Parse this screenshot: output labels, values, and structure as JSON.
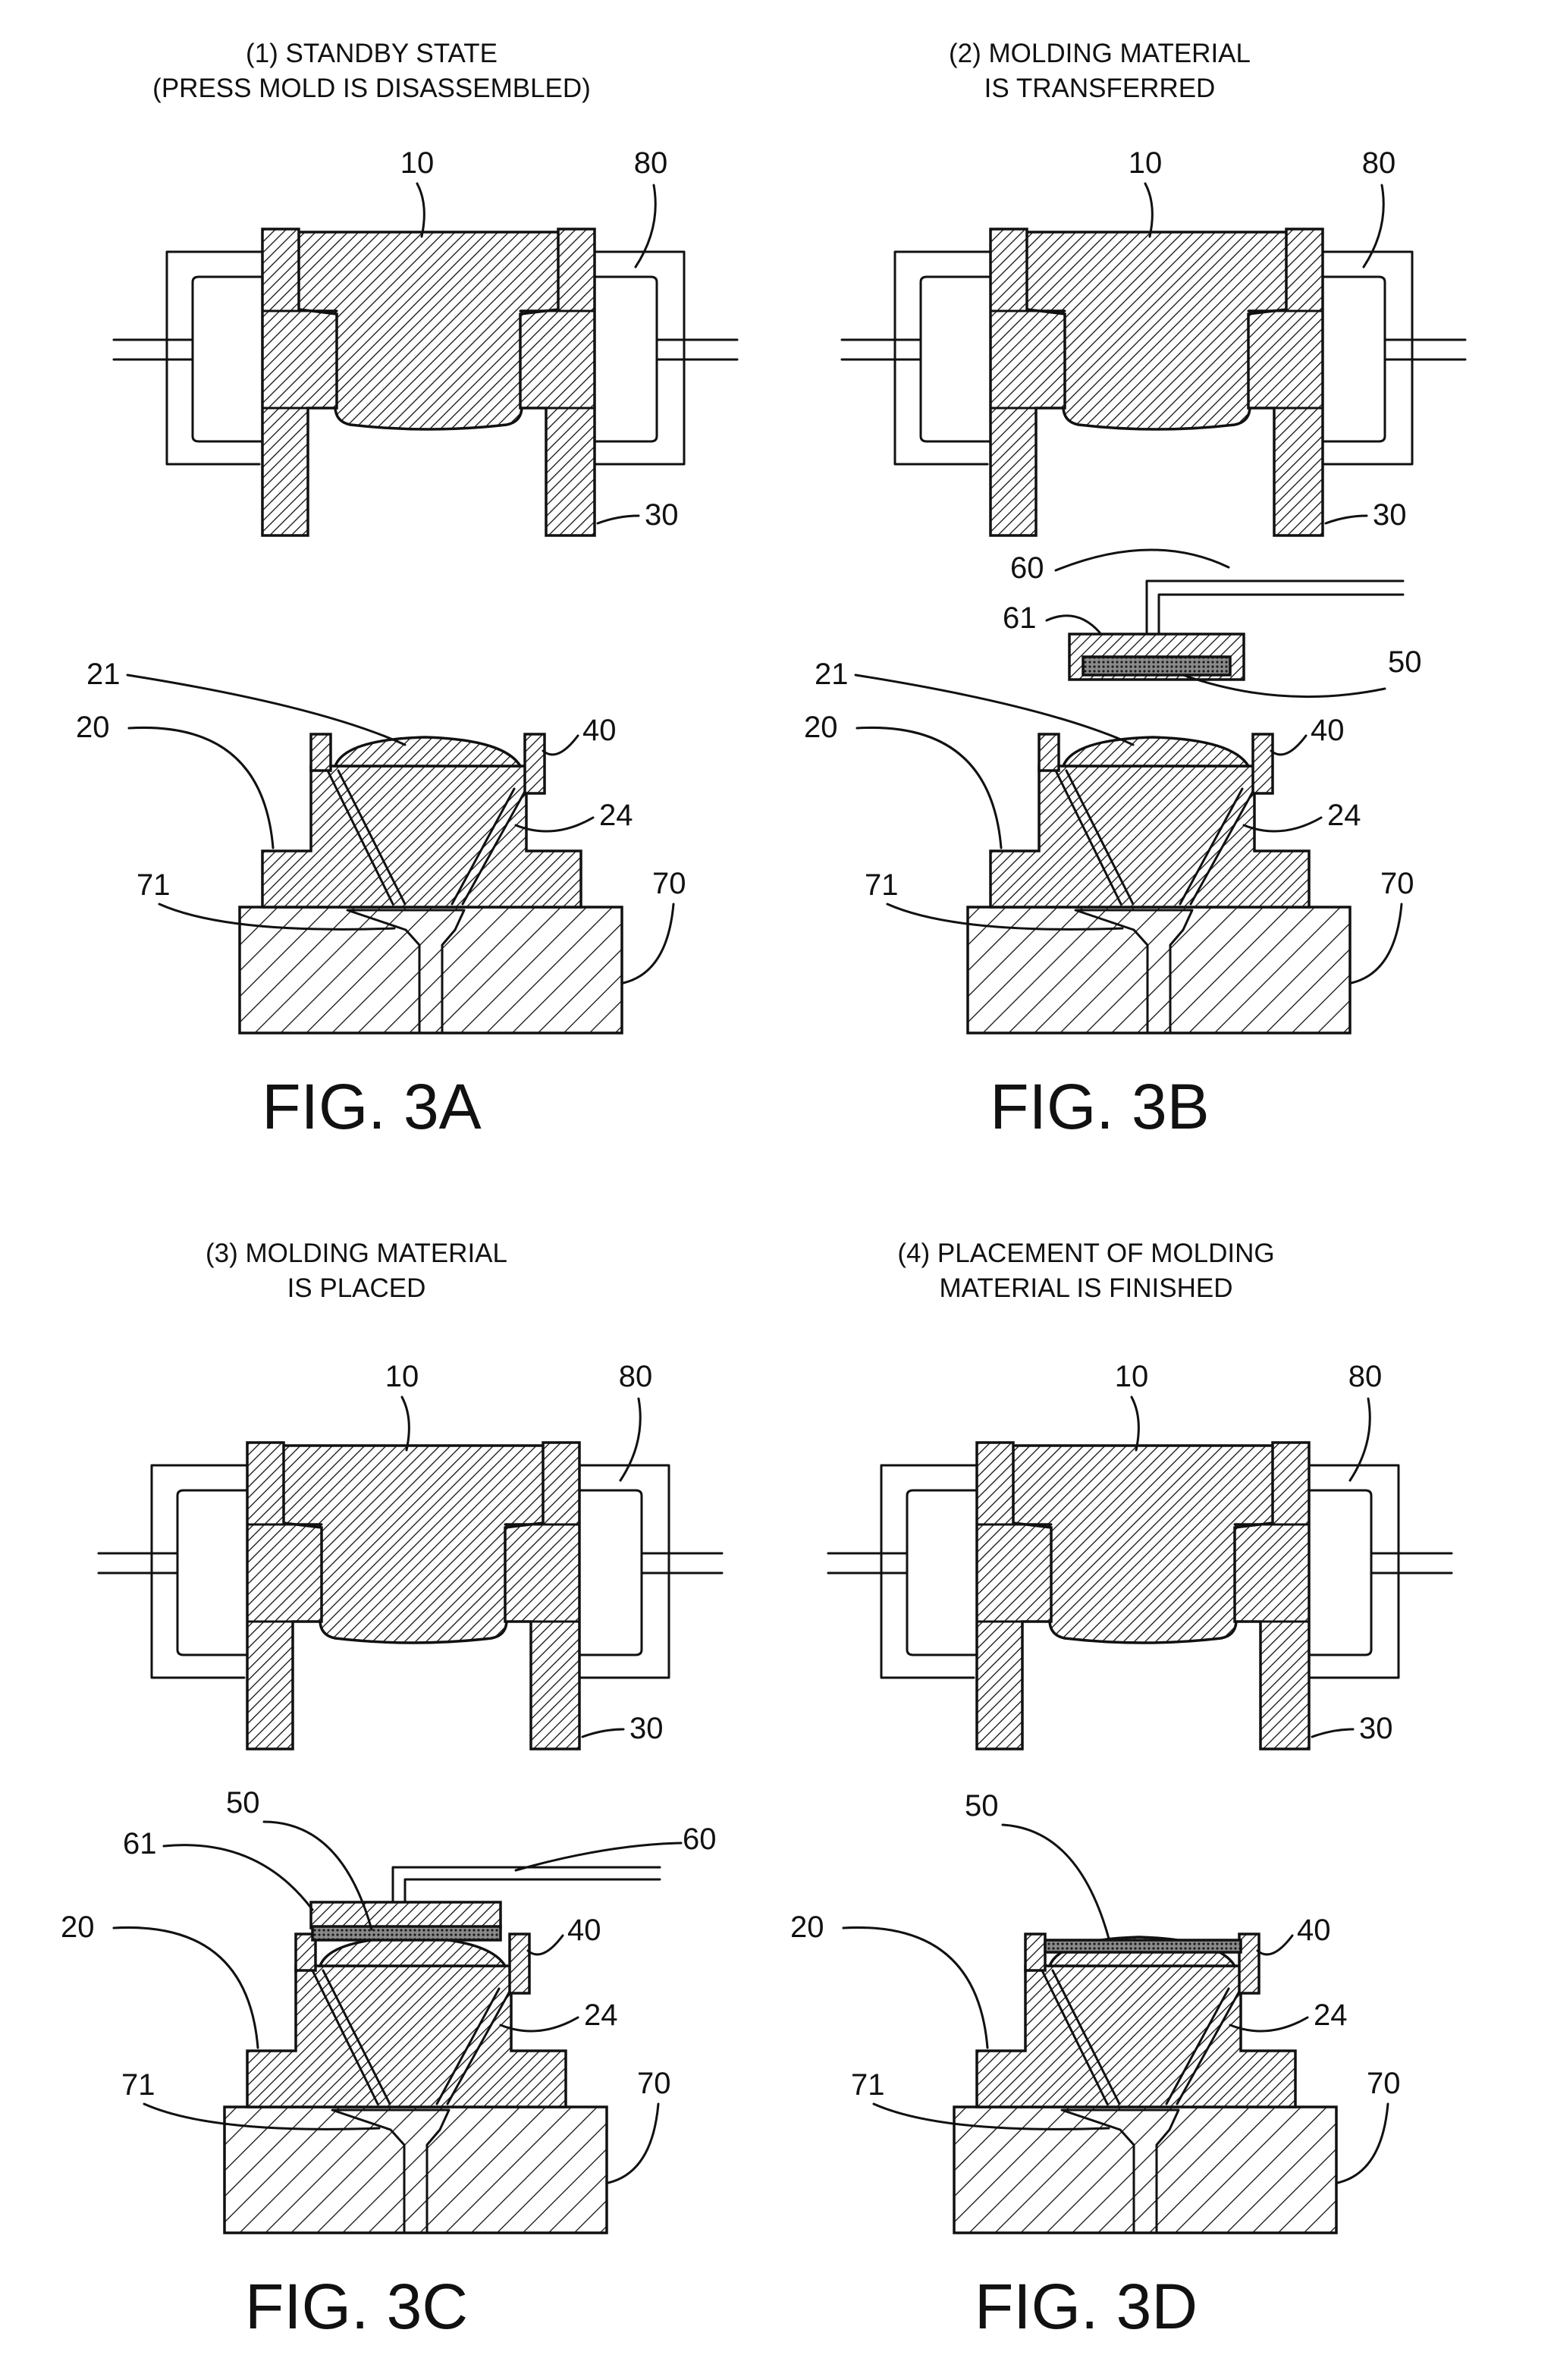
{
  "panels": [
    {
      "id": "3A",
      "caption_lines": [
        "(1) STANDBY STATE",
        "(PRESS MOLD IS DISASSEMBLED)"
      ],
      "figure_label": "FIG. 3A",
      "stage": "standby",
      "callouts": {
        "c10": "10",
        "c80": "80",
        "c30": "30",
        "c21": "21",
        "c20": "20",
        "c40": "40",
        "c24": "24",
        "c71": "71",
        "c70": "70"
      }
    },
    {
      "id": "3B",
      "caption_lines": [
        "(2) MOLDING MATERIAL",
        "IS TRANSFERRED"
      ],
      "figure_label": "FIG. 3B",
      "stage": "transfer",
      "callouts": {
        "c10": "10",
        "c80": "80",
        "c30": "30",
        "c60": "60",
        "c61": "61",
        "c50": "50",
        "c21": "21",
        "c20": "20",
        "c40": "40",
        "c24": "24",
        "c71": "71",
        "c70": "70"
      }
    },
    {
      "id": "3C",
      "caption_lines": [
        "(3) MOLDING MATERIAL",
        "IS PLACED"
      ],
      "figure_label": "FIG. 3C",
      "stage": "placing",
      "callouts": {
        "c10": "10",
        "c80": "80",
        "c30": "30",
        "c60": "60",
        "c50": "50",
        "c61": "61",
        "c20": "20",
        "c40": "40",
        "c24": "24",
        "c71": "71",
        "c70": "70"
      }
    },
    {
      "id": "3D",
      "caption_lines": [
        "(4) PLACEMENT OF MOLDING",
        "MATERIAL IS FINISHED"
      ],
      "figure_label": "FIG. 3D",
      "stage": "finished",
      "callouts": {
        "c10": "10",
        "c80": "80",
        "c30": "30",
        "c50": "50",
        "c20": "20",
        "c40": "40",
        "c24": "24",
        "c71": "71",
        "c70": "70"
      }
    }
  ],
  "colors": {
    "ink": "#111111",
    "paper": "#ffffff",
    "hatch": "#111111",
    "glass_fill": "#6f6f6f"
  }
}
